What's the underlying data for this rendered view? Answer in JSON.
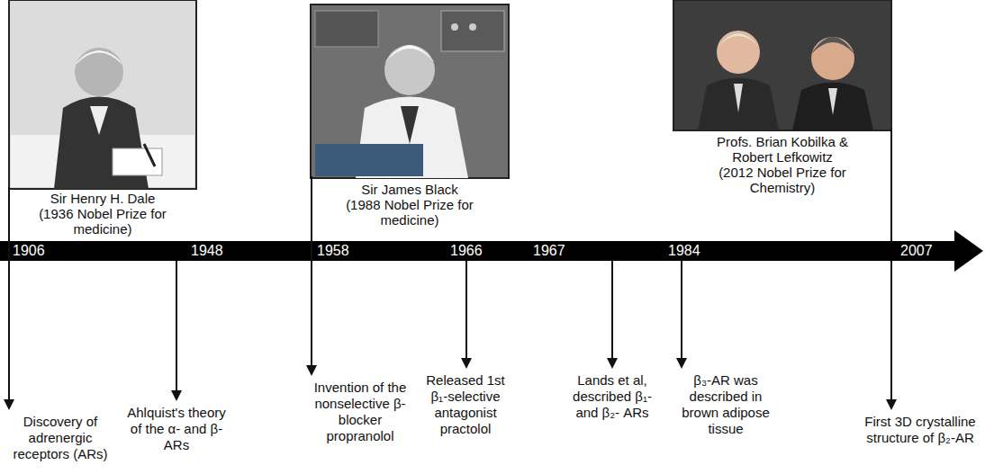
{
  "diagram": {
    "nodes": [
      {
        "text": [
          "Sir Henry H. Dale",
          "(1936 Nobel Prize for medicine)"
        ]
      },
      {
        "text": [
          "Sir James Black",
          "(1988 Nobel Prize for medicine)"
        ]
      },
      {
        "text": [
          "Profs. Brian Kobilka & Robert Lefkowitz",
          "(2012 Nobel Prize for Chemistry)"
        ]
      }
    ],
    "labels": [
      "1906",
      "1948",
      "1958",
      "1966",
      "1967",
      "1984",
      "2007",
      "Discovery of adrenergic receptors (ARs)",
      "Ahlquist's theory of the α- and β-ARs",
      "Invention of the nonselective β- blocker propranolol",
      "Released 1st β₁-selective antagonist practolol",
      "Lands et al, described β₁- and β₂- ARs",
      "β₃-AR was described in brown adipose tissue",
      "First 3D crystalline structure of β₂-AR"
    ]
  }
}
